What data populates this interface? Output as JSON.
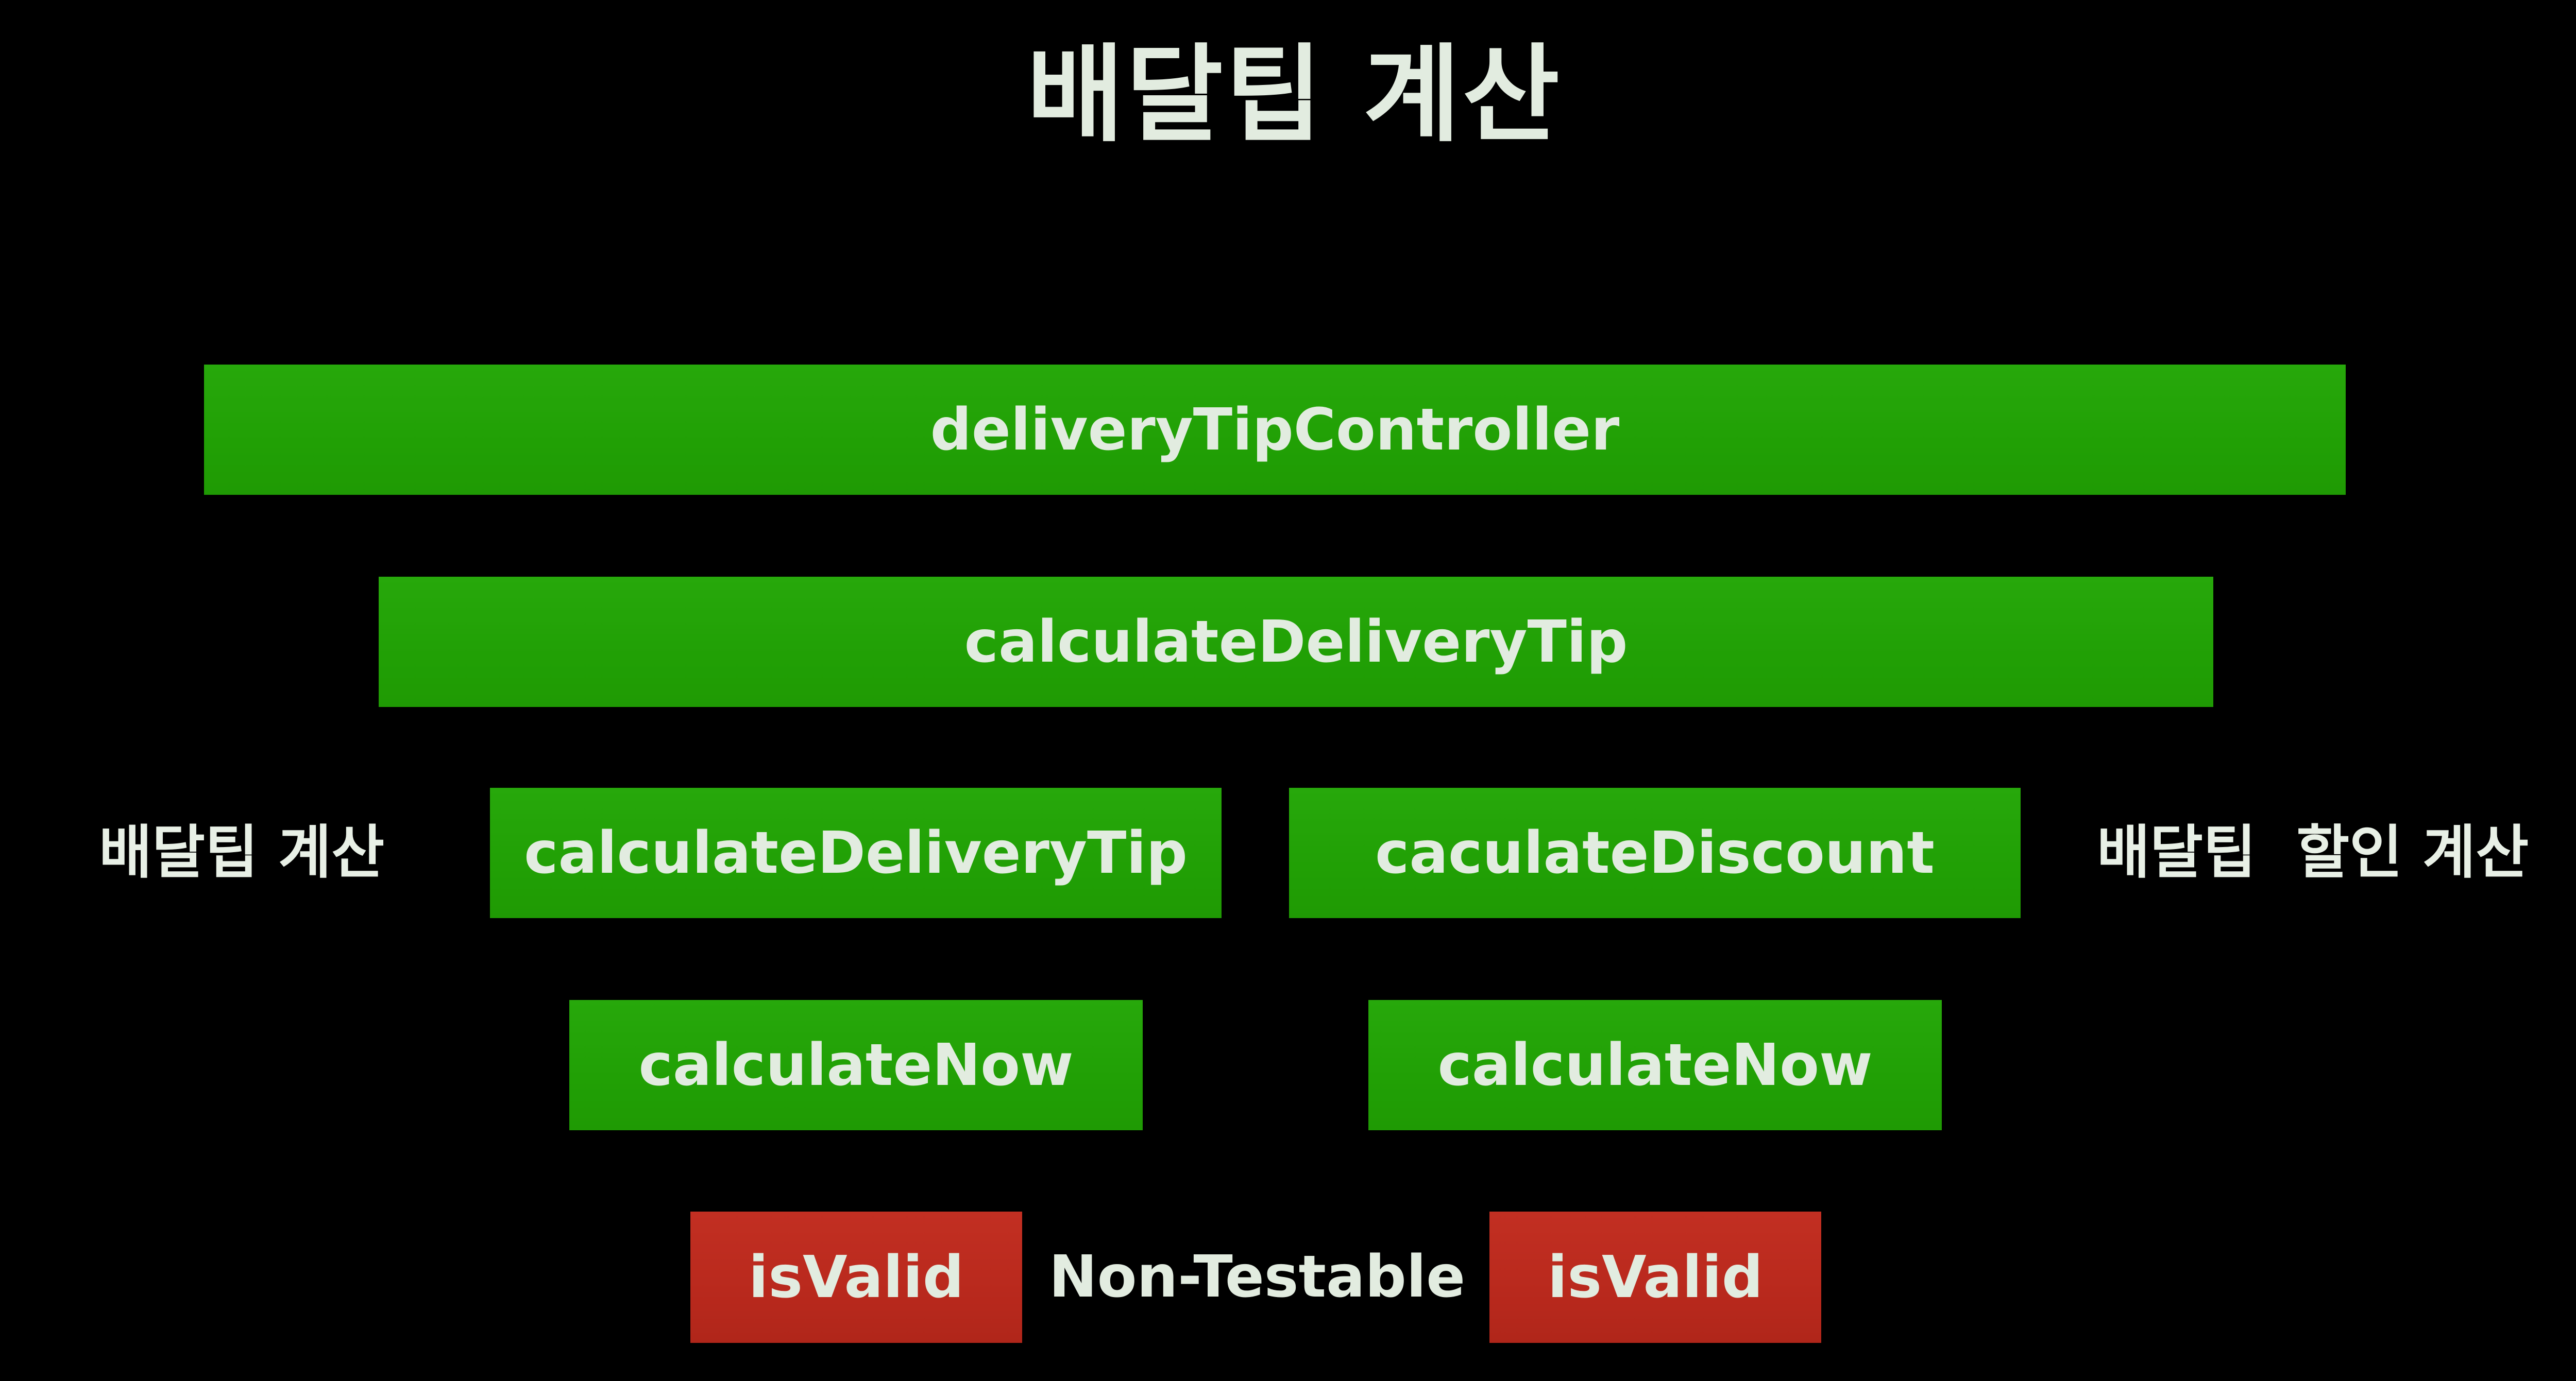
{
  "title": "배달팁 계산",
  "nodes": {
    "delivery_tip_controller": "deliveryTipController",
    "calculate_delivery_tip_top": "calculateDeliveryTip",
    "calculate_delivery_tip_left": "calculateDeliveryTip",
    "caculate_discount": "caculateDiscount",
    "calculate_now_left": "calculateNow",
    "calculate_now_right": "calculateNow",
    "is_valid_left": "isValid",
    "is_valid_right": "isValid"
  },
  "labels": {
    "left": "배달팁 계산",
    "right": "배달팁  할인 계산",
    "middle": "Non-Testable"
  },
  "colors": {
    "background": "#000000",
    "testable_box": "#22a206",
    "non_testable_box": "#bb2b1f",
    "text": "#e2ece0"
  }
}
